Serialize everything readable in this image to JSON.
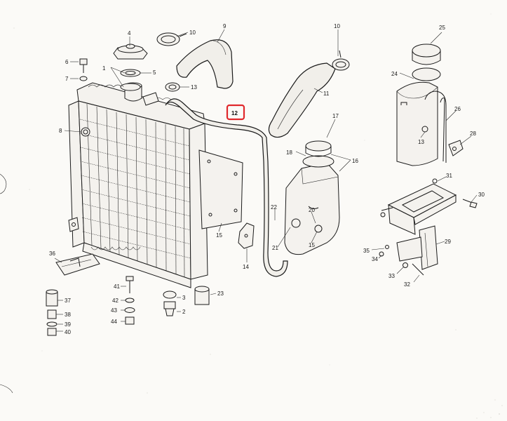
{
  "diagram": {
    "highlight_color": "#e0282c",
    "callouts": [
      {
        "id": "c1",
        "text": "1"
      },
      {
        "id": "c2",
        "text": "2"
      },
      {
        "id": "c3",
        "text": "3"
      },
      {
        "id": "c4",
        "text": "4"
      },
      {
        "id": "c5",
        "text": "5"
      },
      {
        "id": "c6",
        "text": "6"
      },
      {
        "id": "c7",
        "text": "7"
      },
      {
        "id": "c8",
        "text": "8"
      },
      {
        "id": "c9",
        "text": "9"
      },
      {
        "id": "c10a",
        "text": "10"
      },
      {
        "id": "c10b",
        "text": "10"
      },
      {
        "id": "c11",
        "text": "11"
      },
      {
        "id": "c12",
        "text": "12"
      },
      {
        "id": "c13a",
        "text": "13"
      },
      {
        "id": "c13b",
        "text": "13"
      },
      {
        "id": "c14",
        "text": "14"
      },
      {
        "id": "c15a",
        "text": "15"
      },
      {
        "id": "c15b",
        "text": "15"
      },
      {
        "id": "c16",
        "text": "16"
      },
      {
        "id": "c17",
        "text": "17"
      },
      {
        "id": "c18",
        "text": "18"
      },
      {
        "id": "c20",
        "text": "20"
      },
      {
        "id": "c21",
        "text": "21"
      },
      {
        "id": "c22",
        "text": "22"
      },
      {
        "id": "c23",
        "text": "23"
      },
      {
        "id": "c24",
        "text": "24"
      },
      {
        "id": "c25",
        "text": "25"
      },
      {
        "id": "c26",
        "text": "26"
      },
      {
        "id": "c28",
        "text": "28"
      },
      {
        "id": "c29",
        "text": "29"
      },
      {
        "id": "c30",
        "text": "30"
      },
      {
        "id": "c31",
        "text": "31"
      },
      {
        "id": "c32",
        "text": "32"
      },
      {
        "id": "c33",
        "text": "33"
      },
      {
        "id": "c34",
        "text": "34"
      },
      {
        "id": "c35",
        "text": "35"
      },
      {
        "id": "c36",
        "text": "36"
      },
      {
        "id": "c37",
        "text": "37"
      },
      {
        "id": "c38",
        "text": "38"
      },
      {
        "id": "c39",
        "text": "39"
      },
      {
        "id": "c40",
        "text": "40"
      },
      {
        "id": "c41",
        "text": "41"
      },
      {
        "id": "c42",
        "text": "42"
      },
      {
        "id": "c43",
        "text": "43"
      },
      {
        "id": "c44",
        "text": "44"
      }
    ]
  }
}
